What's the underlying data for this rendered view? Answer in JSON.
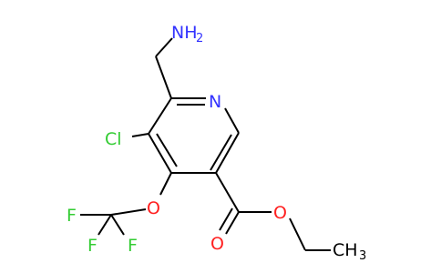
{
  "molecule": {
    "atoms": {
      "amine": {
        "symbol": "NH",
        "subscript": "2",
        "color": "#3333ff"
      },
      "ring_nitrogen": {
        "symbol": "N",
        "color": "#3333ff"
      },
      "chlorine": {
        "symbol": "Cl",
        "color": "#33cc33"
      },
      "ether_oxygen": {
        "symbol": "O",
        "color": "#ff2020"
      },
      "fluorine_1": {
        "symbol": "F",
        "color": "#33cc33"
      },
      "fluorine_2": {
        "symbol": "F",
        "color": "#33cc33"
      },
      "fluorine_3": {
        "symbol": "F",
        "color": "#33cc33"
      },
      "ester_oxygen": {
        "symbol": "O",
        "color": "#ff2020"
      },
      "carbonyl_oxygen": {
        "symbol": "O",
        "color": "#ff2020"
      },
      "methyl": {
        "symbol": "CH",
        "subscript": "3",
        "color": "#000000"
      }
    },
    "bond_color": "#000000"
  }
}
